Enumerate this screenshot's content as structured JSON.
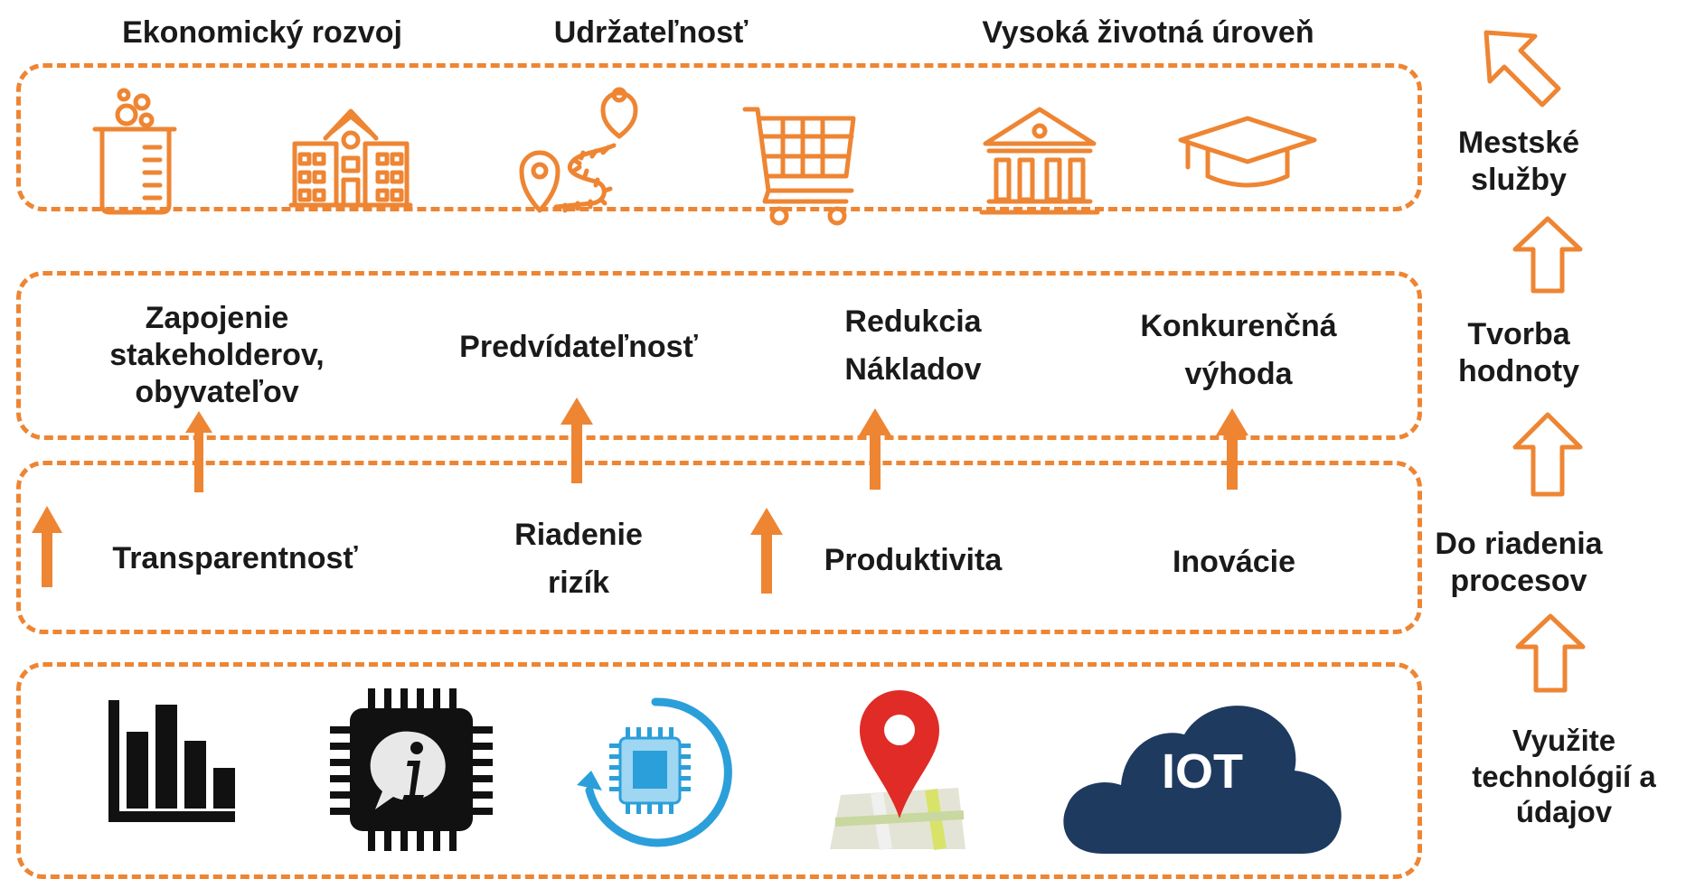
{
  "goals": [
    "Ekonomický rozvoj",
    "Udržateľnosť",
    "Vysoká životná úroveň"
  ],
  "value_row": [
    {
      "lines": [
        "Zapojenie",
        "stakeholderov,",
        "obyvateľov"
      ]
    },
    {
      "lines": [
        "Predvídateľnosť"
      ]
    },
    {
      "lines": [
        "Redukcia",
        "Nákladov"
      ]
    },
    {
      "lines": [
        "Konkurenčná",
        "výhoda"
      ]
    }
  ],
  "process_row": [
    {
      "lines": [
        "Transparentnosť"
      ]
    },
    {
      "lines": [
        "Riadenie",
        "rizík"
      ]
    },
    {
      "lines": [
        "Produktivita"
      ]
    },
    {
      "lines": [
        "Inovácie"
      ]
    }
  ],
  "tech": {
    "cloud_label": "IOT"
  },
  "side_labels": [
    {
      "lines": [
        "Mestské",
        "služby"
      ]
    },
    {
      "lines": [
        "Tvorba",
        "hodnoty"
      ]
    },
    {
      "lines": [
        "Do riadenia",
        "procesov"
      ]
    },
    {
      "lines": [
        "Využite",
        "technológií a",
        "údajov"
      ]
    }
  ],
  "icons": {
    "services": [
      "lab-beaker-icon",
      "school-building-icon",
      "route-map-icon",
      "shopping-cart-icon",
      "bank-icon",
      "graduation-cap-icon"
    ],
    "tech": [
      "bar-chart-icon",
      "info-chip-icon",
      "processor-refresh-icon",
      "map-pin-icon",
      "iot-cloud-icon"
    ]
  },
  "colors": {
    "accent": "#ee8533",
    "text": "#1a1a1a",
    "cloud": "#1f3a5f",
    "pin": "#e02b27",
    "chip_blue": "#2b9fd9"
  }
}
